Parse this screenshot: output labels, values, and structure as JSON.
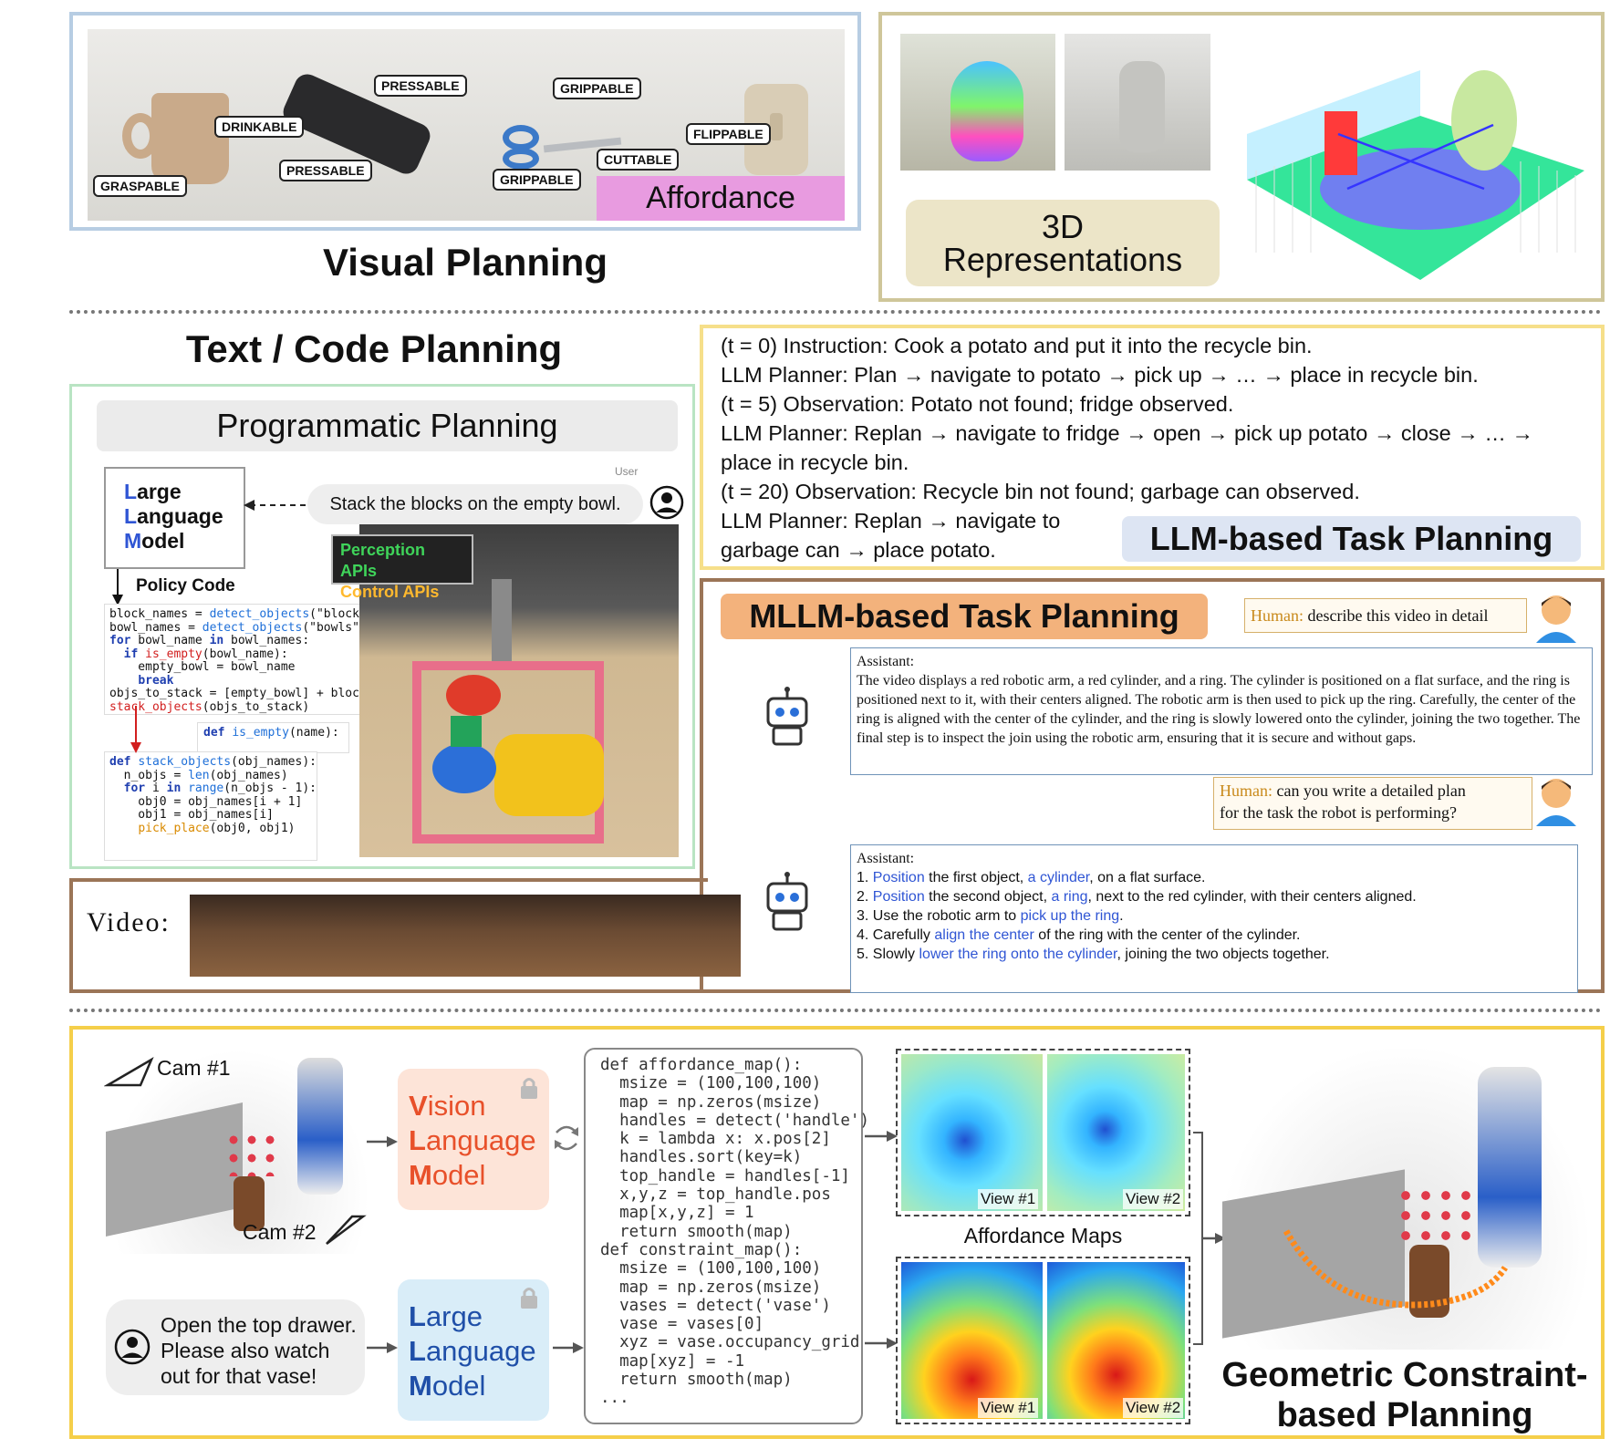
{
  "visual_planning": {
    "title": "Visual Planning",
    "affordance_label": "Affordance",
    "tags": [
      "GRASPABLE",
      "DRINKABLE",
      "PRESSABLE",
      "PRESSABLE",
      "GRIPPABLE",
      "GRIPPABLE",
      "CUTTABLE",
      "FLIPPABLE"
    ],
    "repr_label_line1": "3D",
    "repr_label_line2": "Representations"
  },
  "text_code": {
    "title": "Text / Code Planning",
    "programmatic_title": "Programmatic Planning",
    "llm_line1": "arge",
    "llm_line2": "anguage",
    "llm_line3": "odel",
    "llm_init1": "L",
    "llm_init2": "L",
    "llm_init3": "M",
    "user_label": "User",
    "user_message": "Stack the blocks on the empty bowl.",
    "policy_code_label": "Policy Code",
    "perception_api": "Perception APIs",
    "control_api": "Control APIs"
  },
  "llm_task": {
    "lines": [
      "(t = 0) Instruction: Cook a potato and put it into the recycle bin.",
      "LLM Planner: Plan → navigate to potato → pick up → … → place in recycle bin.",
      "(t = 5) Observation: Potato not found; fridge observed.",
      "LLM Planner: Replan → navigate to fridge → open → pick up potato → close → … →",
      "place in recycle bin.",
      "(t = 20) Observation: Recycle bin not found; garbage can observed.",
      "LLM Planner: Replan → navigate to",
      "garbage can → place potato."
    ],
    "badge": "LLM-based Task Planning"
  },
  "mllm_task": {
    "badge": "MLLM-based Task Planning",
    "human_label": "Human:",
    "human1": "describe this video in detail",
    "assistant_label": "Assistant:",
    "assistant1": "The video displays a red robotic arm, a red cylinder, and a ring. The cylinder is positioned on a flat surface, and the ring is positioned next to it, with their centers aligned. The robotic arm is then used to pick up the ring. Carefully, the center of the ring is aligned with the center of the cylinder, and the ring is slowly lowered onto the cylinder, joining the two together. The final step is to inspect the join using the robotic arm, ensuring that it is secure and without gaps.",
    "human2_line1": "can you write a detailed plan",
    "human2_line2": "for the task the robot is performing?",
    "video_label": "Video:",
    "plan": [
      {
        "n": "1. ",
        "a": "Position",
        "b": " the first object, ",
        "c": "a cylinder",
        "d": ", on a flat surface."
      },
      {
        "n": "2. ",
        "a": "Position",
        "b": " the second object, ",
        "c": "a  ring",
        "d": ", next to the red cylinder, with their centers aligned."
      },
      {
        "n": "3. ",
        "a": "",
        "b": "Use the robotic arm to ",
        "c": "pick up the ring",
        "d": "."
      },
      {
        "n": "4. ",
        "a": "",
        "b": "Carefully ",
        "c": "align the center",
        "d": " of the  ring with the center of the cylinder."
      },
      {
        "n": "5. ",
        "a": "",
        "b": "Slowly ",
        "c": "lower the  ring onto the cylinder",
        "d": ", joining the two objects together."
      }
    ]
  },
  "geometric": {
    "cam1": "Cam #1",
    "cam2": "Cam #2",
    "instruction_line1": "Open the top drawer.",
    "instruction_line2": "Please also watch",
    "instruction_line3": "out for that vase!",
    "vlm_init1": "V",
    "vlm_line1": "ision",
    "vlm_init2": "L",
    "vlm_line2": "anguage",
    "vlm_init3": "M",
    "vlm_line3": "odel",
    "llm_init1": "L",
    "llm_line1": "arge",
    "llm_init2": "L",
    "llm_line2": "anguage",
    "llm_init3": "M",
    "llm_line3": "odel",
    "code": "def affordance_map():\n  msize = (100,100,100)\n  map = np.zeros(msize)\n  handles = detect('handle')\n  k = lambda x: x.pos[2]\n  handles.sort(key=k)\n  top_handle = handles[-1]\n  x,y,z = top_handle.pos\n  map[x,y,z] = 1\n  return smooth(map)\ndef constraint_map():\n  msize = (100,100,100)\n  map = np.zeros(msize)\n  vases = detect('vase')\n  vase = vases[0]\n  xyz = vase.occupancy_grid\n  map[xyz] = -1\n  return smooth(map)\n...",
    "view1": "View #1",
    "view2": "View #2",
    "view3": "View #1",
    "view4": "View #2",
    "affordance_maps": "Affordance Maps",
    "title_line1": "Geometric Constraint-",
    "title_line2": "based Planning"
  },
  "colors": {
    "visual_border": "#b7cde3",
    "repr_border": "#cfc69a",
    "programmatic_border": "#b9e4c3",
    "llm_border": "#f6df8a",
    "mllm_border": "#9b7557",
    "geo_border": "#f5cf4a",
    "affordance_fill": "#e89be0",
    "mllm_badge": "#f3b27c",
    "llm_badge": "#dde5f3"
  }
}
